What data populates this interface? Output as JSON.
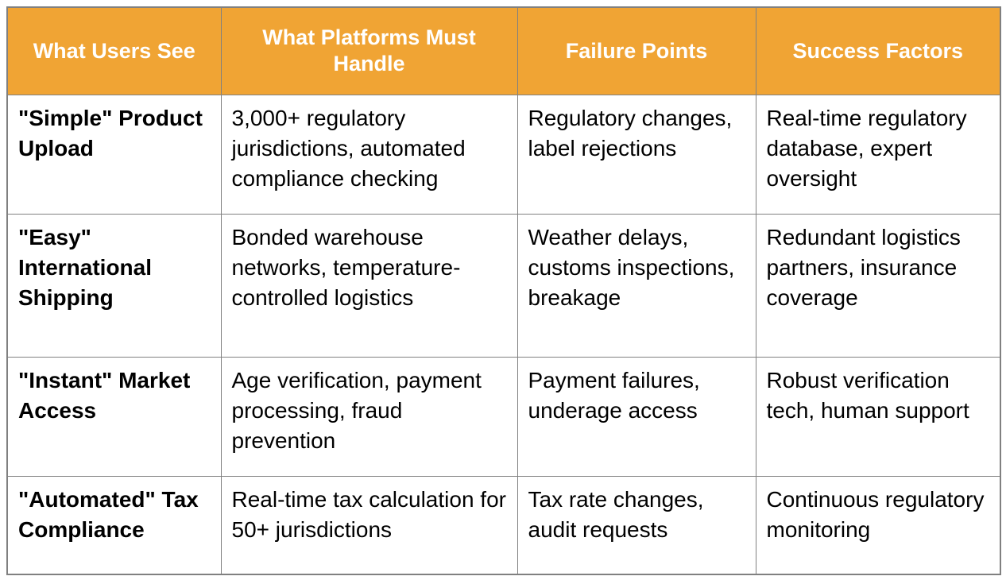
{
  "table": {
    "headers": [
      "What Users See",
      "What Platforms Must Handle",
      "Failure Points",
      "Success Factors"
    ],
    "rows": [
      {
        "users_see": "\"Simple\" Product Upload",
        "platforms_handle": "3,000+ regulatory jurisdictions, automated compliance checking",
        "failure_points": "Regulatory changes, label rejections",
        "success_factors": "Real-time regulatory database, expert oversight"
      },
      {
        "users_see": "\"Easy\" International Shipping",
        "platforms_handle": "Bonded warehouse networks, temperature-controlled logistics",
        "failure_points": "Weather delays, customs inspections, breakage",
        "success_factors": "Redundant logistics partners, insurance coverage"
      },
      {
        "users_see": "\"Instant\" Market Access",
        "platforms_handle": "Age verification, payment processing, fraud prevention",
        "failure_points": "Payment failures, underage access",
        "success_factors": "Robust verification tech, human support"
      },
      {
        "users_see": "\"Automated\" Tax Compliance",
        "platforms_handle": "Real-time tax calculation for 50+ jurisdictions",
        "failure_points": "Tax rate changes, audit requests",
        "success_factors": "Continuous regulatory monitoring"
      }
    ],
    "colors": {
      "header_background": "#f0a434",
      "header_text": "#ffffff",
      "border": "#808080",
      "cell_background": "#ffffff",
      "cell_text": "#000000"
    }
  }
}
